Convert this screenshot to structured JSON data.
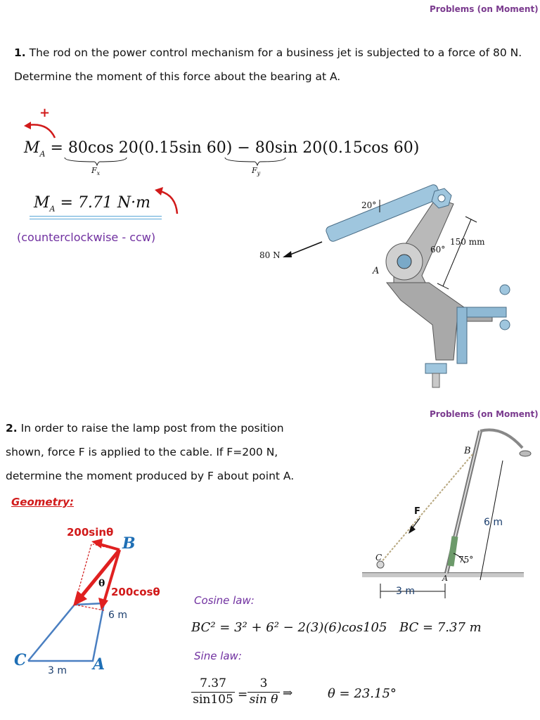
{
  "header": "Problems (on Moment)",
  "p1": {
    "number": "1.",
    "text": "The rod on the power control mechanism for a business jet is subjected to a force of 80 N. Determine the moment of this force about the bearing at A.",
    "sign": "+",
    "moment_eq_lhs": "M",
    "moment_eq_sub": "A",
    "moment_eq_rhs": "= 80cos 20(0.15sin 60) − 80sin 20(0.15cos 60)",
    "fx_label": "F",
    "fx_sub": "x",
    "fy_label": "F",
    "fy_sub": "y",
    "result_rhs": "= 7.71 N·m",
    "result_note": "(counterclockwise - ccw)",
    "fig_angle": "20°",
    "fig_force": "80 N",
    "fig_angle2": "60°",
    "fig_length": "150 mm",
    "fig_point": "A"
  },
  "p2": {
    "number": "2.",
    "text": "In order to raise the lamp post from the position shown, force F is applied to the cable. If F=200 N, determine the moment produced by F about point A.",
    "geometry_label": "Geometry:",
    "sin_label": "200sinθ",
    "cos_label": "200cosθ",
    "theta": "θ",
    "B": "B",
    "C": "C",
    "A": "A",
    "len6": "6 m",
    "len3": "3 m",
    "cosine_label": "Cosine law:",
    "cosine_eq": "BC² = 3² + 6² − 2(3)(6)cos105",
    "bc_result": "BC = 7.37 m",
    "sine_label": "Sine law:",
    "sine_num1": "7.37",
    "sine_den1": "sin105",
    "sine_num2": "3",
    "sine_den2": "sin θ",
    "theta_result": "θ = 23.15°",
    "fig_B": "B",
    "fig_F": "F",
    "fig_6m": "6 m",
    "fig_C": "C",
    "fig_75": "75°",
    "fig_A": "A",
    "fig_3m": "3 m"
  }
}
